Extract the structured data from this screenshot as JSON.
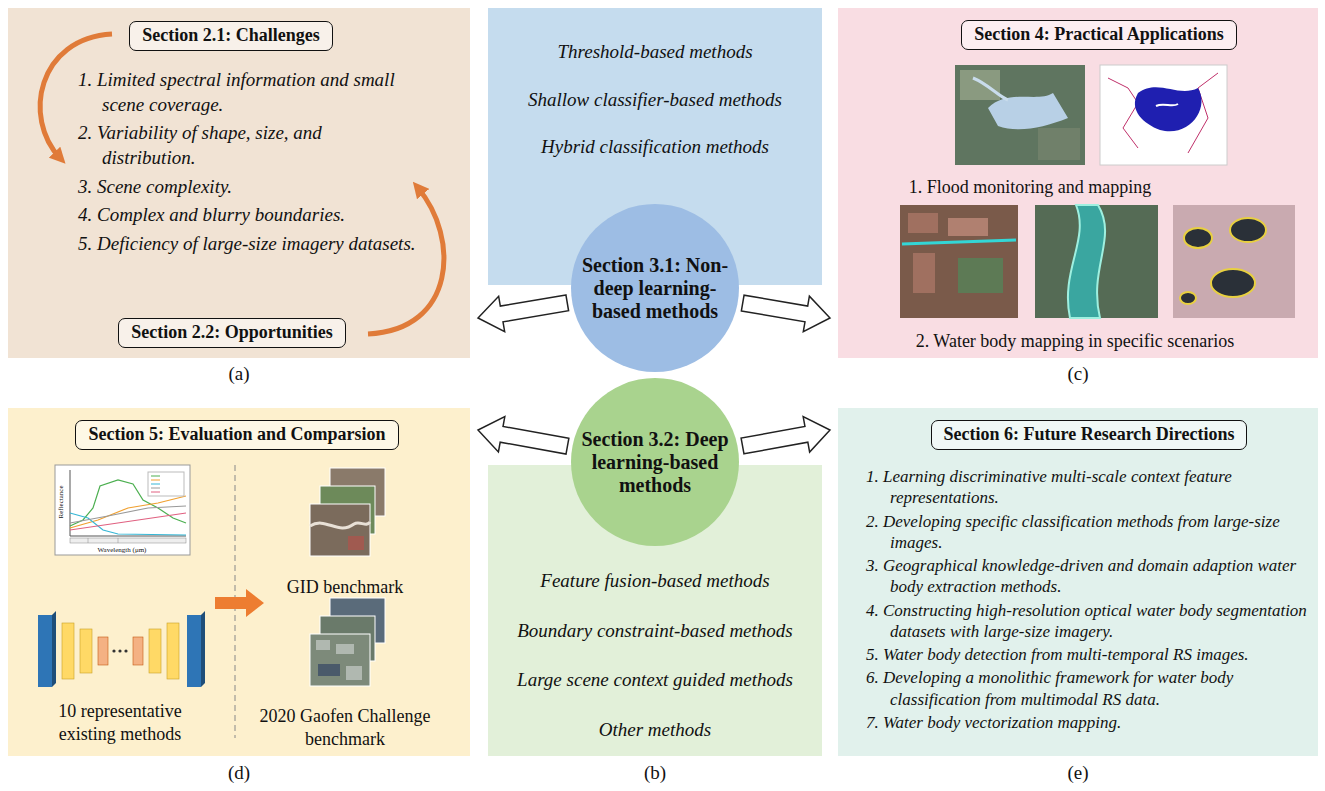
{
  "diagram": {
    "nodes": [
      {
        "text": [
          "1. Limited spectral information and small scene coverage.",
          "2. Variability of shape, size, and distribution.",
          "3. Scene complexity.",
          "4. Complex and blurry boundaries.",
          "5. Deficiency of large-size imagery datasets."
        ]
      },
      {
        "text": [
          "Section 2.1: Challenges"
        ],
        "in": 0
      },
      {
        "text": [
          "Section 2.2: Opportunities"
        ],
        "in": 0
      },
      {
        "text": [
          "Threshold-based methods",
          "Shallow classifier-based methods",
          "Hybrid classification methods"
        ]
      },
      {
        "text": [
          "Section 3.1: Non-deep learning-based methods"
        ]
      },
      {
        "text": [
          "Section 3.2: Deep learning-based methods"
        ]
      },
      {
        "text": [
          "Feature fusion-based methods",
          "Boundary constraint-based methods",
          "Large scene context guided methods",
          "Other methods"
        ]
      },
      {
        "text": [
          "1. Flood monitoring and mapping",
          "2. Water body mapping in specific scenarios"
        ]
      },
      {
        "text": [
          "Section 4: Practical Applications"
        ],
        "in": 7
      },
      {
        "text": [
          "10 representative existing methods",
          "GID benchmark",
          "2020 Gaofen Challenge benchmark"
        ]
      },
      {
        "text": [
          "Section 5: Evaluation and Comparsion"
        ],
        "in": 9
      },
      {
        "text": [
          "1. Learning discriminative multi-scale context feature representations.",
          "2. Developing specific classification methods from large-size images.",
          "3. Geographical knowledge-driven and domain adaption water body extraction methods.",
          "4. Constructing high-resolution optical water body segmentation datasets with large-size imagery.",
          "5. Water body detection from multi-temporal RS images.",
          "6. Developing a monolithic framework for water body classification from multimodal RS data.",
          "7. Water body vectorization mapping."
        ]
      },
      {
        "text": [
          "Section 6: Future Research Directions"
        ],
        "in": 11
      }
    ],
    "edges": [
      {
        "from": 4,
        "to": 0,
        "arrow": "to"
      },
      {
        "from": 4,
        "to": 7,
        "arrow": "to"
      },
      {
        "from": 5,
        "to": 9,
        "arrow": "to"
      },
      {
        "from": 5,
        "to": 11,
        "arrow": "to"
      }
    ],
    "labels": [
      "(a)",
      "(b)",
      "(c)",
      "(d)",
      "(e)",
      "Reflectance",
      "Wavelength (μm)"
    ]
  }
}
